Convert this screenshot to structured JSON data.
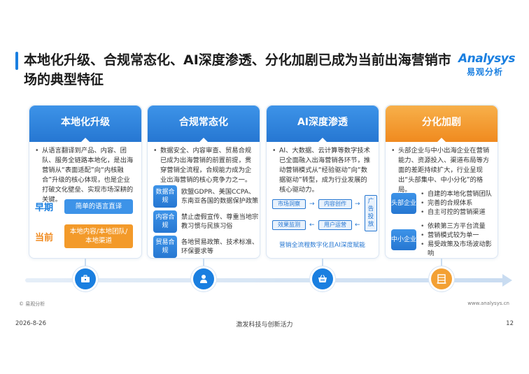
{
  "header": {
    "title": "本地化升级、合规常态化、AI深度渗透、分化加剧已成为当前出海营销市场的典型特征"
  },
  "logo": {
    "en": "Analysys",
    "cn": "易观分析"
  },
  "cards": [
    {
      "title": "本地化升级",
      "text": "从语言翻译到产品、内容、团队、服务全链路本地化，是出海营销从“表面适配”向“内核融合”升级的核心体现，也是企业打破文化壁垒、实现市场深耕的关键。",
      "past_label": "早期",
      "past_text": "简单的语言直译",
      "now_label": "当前",
      "now_text": "本地内容/本地团队/本地渠道"
    },
    {
      "title": "合规常态化",
      "text": "数据安全、内容审查、贸易合规已成为出海营销的前置前提，贯穿营销全流程，合规能力成为企业出海营销的核心竞争力之一。",
      "items": [
        {
          "tag": "数据合规",
          "text": "欧盟GDPR、美国CCPA、东南亚各国的数据保护政策"
        },
        {
          "tag": "内容合规",
          "text": "禁止虚假宣传、尊重当地宗教习惯与民族习俗"
        },
        {
          "tag": "贸易合规",
          "text": "各地贸易政策、技术标准、环保要求等"
        }
      ]
    },
    {
      "title": "AI深度渗透",
      "text": "AI、大数据、云计算等数字技术已全面融入出海营销各环节，推动营销模式从“经验驱动”向“数据驱动”转型，成为行业发展的核心驱动力。",
      "flow": {
        "b1": "市场洞察",
        "b2": "内容创作",
        "b3": "效果监测",
        "b4": "用户运营",
        "side": "广告投放"
      },
      "caption": "营销全流程数字化且AI深度赋能"
    },
    {
      "title": "分化加剧",
      "text": "头部企业与中小出海企业在营销能力、资源投入、渠道布局等方面的差距持续扩大，行业呈现出“头部集中、中小分化”的格局。",
      "groups": [
        {
          "tag": "头部企业",
          "items": [
            "自建的本地化营销团队",
            "完善的合规体系",
            "自主可控的营销渠道"
          ]
        },
        {
          "tag": "中小企业",
          "items": [
            "依赖第三方平台流量",
            "营销模式较为单一",
            "易受政策及市场波动影响"
          ]
        }
      ]
    }
  ],
  "footer": {
    "source": "© 易观分析",
    "site": "www.analysys.cn",
    "date": "2026-8-26",
    "slogan": "激发科技与创新活力",
    "page": "12"
  },
  "colors": {
    "primary": "#1a7fe0",
    "accent": "#f08a1f"
  },
  "icons": [
    "briefcase-icon",
    "user-shield-icon",
    "basket-icon",
    "building-icon"
  ]
}
